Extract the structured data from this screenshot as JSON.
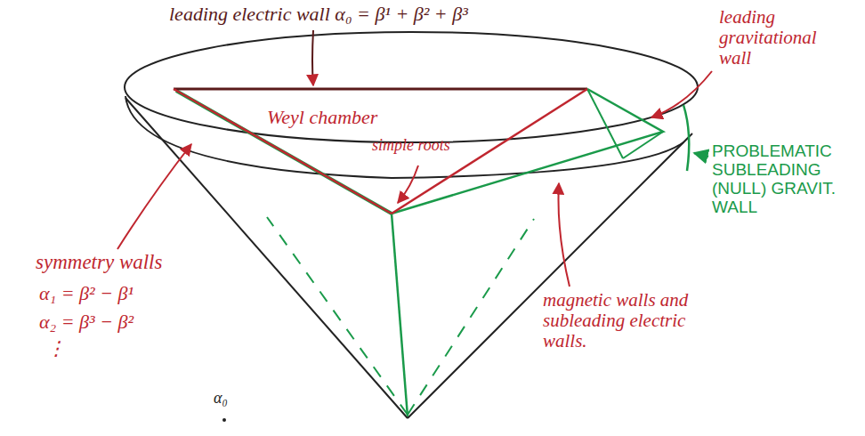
{
  "diagram": {
    "labels": [
      "leading electric wall α₀ = β¹ + β² + β³",
      "leading gravitational wall",
      "PROBLEMATIC SUBLEADING (NULL) GRAVIT. WALL",
      "Weyl chamber",
      "simple roots",
      "symmetry walls",
      "α₁ = β² − β¹",
      "α₂ = β³ − β²",
      "⋮",
      "magnetic walls and subleading electric walls.",
      "α₀"
    ]
  }
}
